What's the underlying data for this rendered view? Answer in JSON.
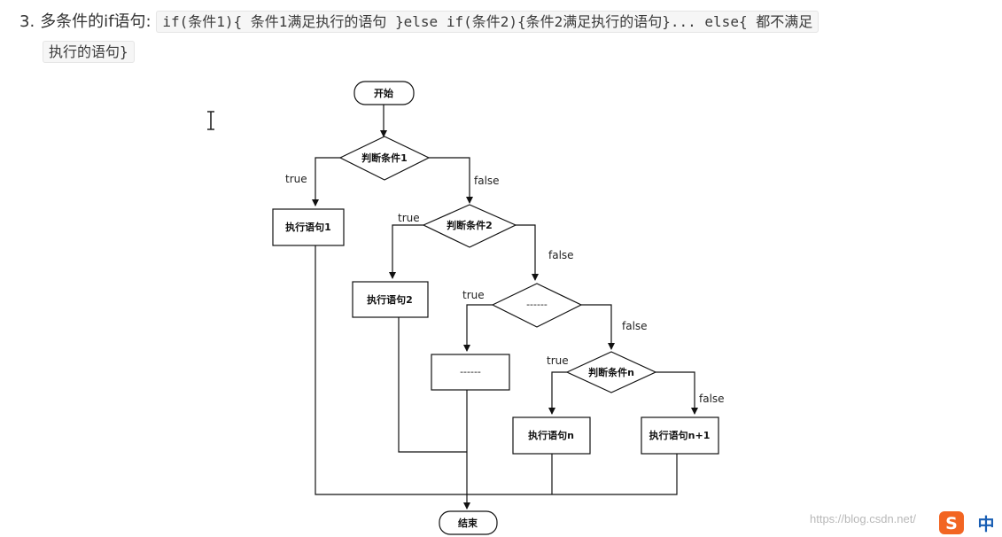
{
  "heading": {
    "number": "3.",
    "title": "多条件的if语句:",
    "code_line1": "if(条件1){ 条件1满足执行的语句 }else if(条件2){条件2满足执行的语句}... else{ 都不满足",
    "code_line2": "执行的语句}"
  },
  "flowchart": {
    "start": "开始",
    "cond1": "判断条件1",
    "cond2": "判断条件2",
    "cond3": "------",
    "condn": "判断条件n",
    "action1": "执行语句1",
    "action2": "执行语句2",
    "action3": "------",
    "actionn": "执行语句n",
    "actionn1": "执行语句n+1",
    "end": "结束",
    "true_label": "true",
    "false_label": "false"
  },
  "watermark": "https://blog.csdn.net/",
  "ime": {
    "logo": "S",
    "mode": "中"
  }
}
